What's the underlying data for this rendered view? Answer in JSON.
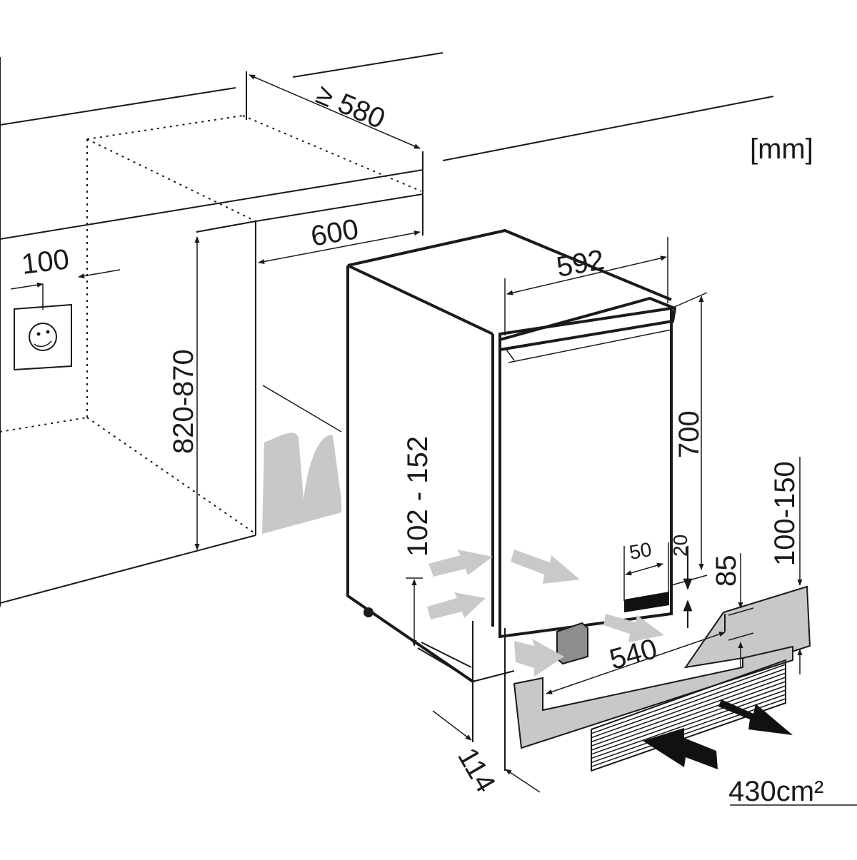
{
  "unit_label": "[mm]",
  "dimensions": {
    "recess_depth": "≥ 580",
    "recess_width": "600",
    "socket_offset": "100",
    "recess_height": "820-870",
    "appliance_depth": "592",
    "appliance_height": "700",
    "foot_height": "102 - 152",
    "plinth_height": "100-150",
    "vent_offset_a": "50",
    "vent_offset_b": "20",
    "plinth_gap": "85",
    "plinth_width": "540",
    "plinth_depth": "114",
    "vent_area": "430cm²"
  },
  "icons": {
    "socket": "power-socket-icon",
    "air_in": "air-inlet-arrow-icon",
    "air_out": "air-outlet-arrow-icon"
  },
  "colors": {
    "line": "#1a1a1a",
    "panel_gray": "#c8c8c8",
    "airflow_light": "#c9c9c9",
    "airflow_dark": "#111111"
  }
}
